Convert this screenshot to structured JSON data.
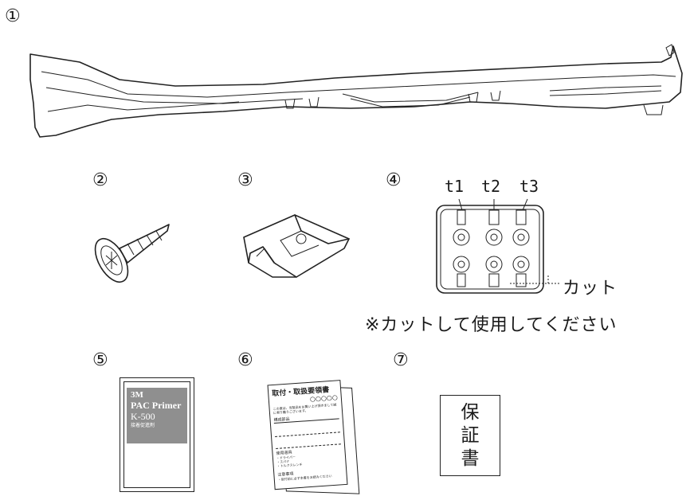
{
  "parts": [
    {
      "number": "①"
    },
    {
      "number": "②"
    },
    {
      "number": "③"
    },
    {
      "number": "④"
    },
    {
      "number": "⑤"
    },
    {
      "number": "⑥"
    },
    {
      "number": "⑦"
    }
  ],
  "tab_set": {
    "labels": [
      "t1",
      "t2",
      "t3"
    ],
    "cut_label": "カット",
    "note": "※カットして使用してください"
  },
  "primer": {
    "brand": "3M",
    "name": "PAC Primer",
    "model": "K-500",
    "sub": "接着促進剤"
  },
  "manual": {
    "title": "取付・取扱要領書",
    "model_code": "○○○○○",
    "intro": "この度は、当製品をお買い上げ頂きまして誠に有り難うございます。",
    "section_parts": "構成部品",
    "section_tools": "使用道具",
    "tools": [
      "・ドライバー",
      "・スパナ",
      "・トルクスレンチ"
    ],
    "section_notes": "注意事項",
    "notes_line": "・取付前に必ず本書をお読みください"
  },
  "warranty": {
    "chars": [
      "保",
      "証",
      "書"
    ]
  }
}
